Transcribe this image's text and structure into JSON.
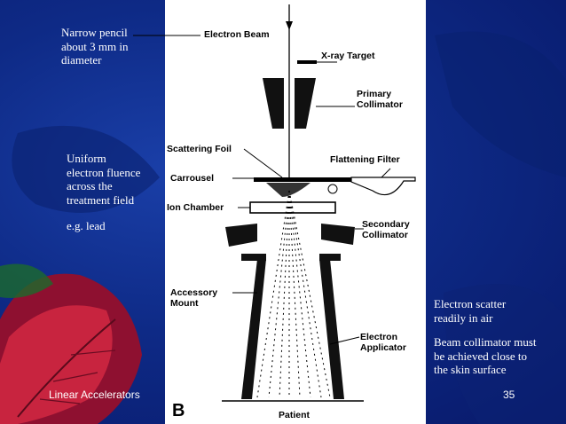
{
  "notes": {
    "pencil": [
      "Narrow pencil",
      "about 3 mm in",
      "diameter"
    ],
    "fluence": [
      "Uniform",
      "electron fluence",
      "across the",
      "treatment field"
    ],
    "lead": "e.g. lead",
    "scatter": [
      "Electron scatter",
      "readily in air"
    ],
    "collimator": [
      "Beam collimator must",
      "be achieved close to",
      "the skin surface"
    ]
  },
  "diagram_labels": {
    "electron_beam": "Electron Beam",
    "xray_target": "X-ray Target",
    "primary_collimator": [
      "Primary",
      "Collimator"
    ],
    "scattering_foil": "Scattering Foil",
    "flattening_filter": "Flattening Filter",
    "carrousel": "Carrousel",
    "ion_chamber": "Ion Chamber",
    "secondary_collimator": [
      "Secondary",
      "Collimator"
    ],
    "accessory_mount": [
      "Accessory",
      "Mount"
    ],
    "electron_applicator": [
      "Electron",
      "Applicator"
    ],
    "patient": "Patient",
    "figure_letter": "B"
  },
  "footer": {
    "title": "Linear Accelerators",
    "page_number": "35"
  }
}
